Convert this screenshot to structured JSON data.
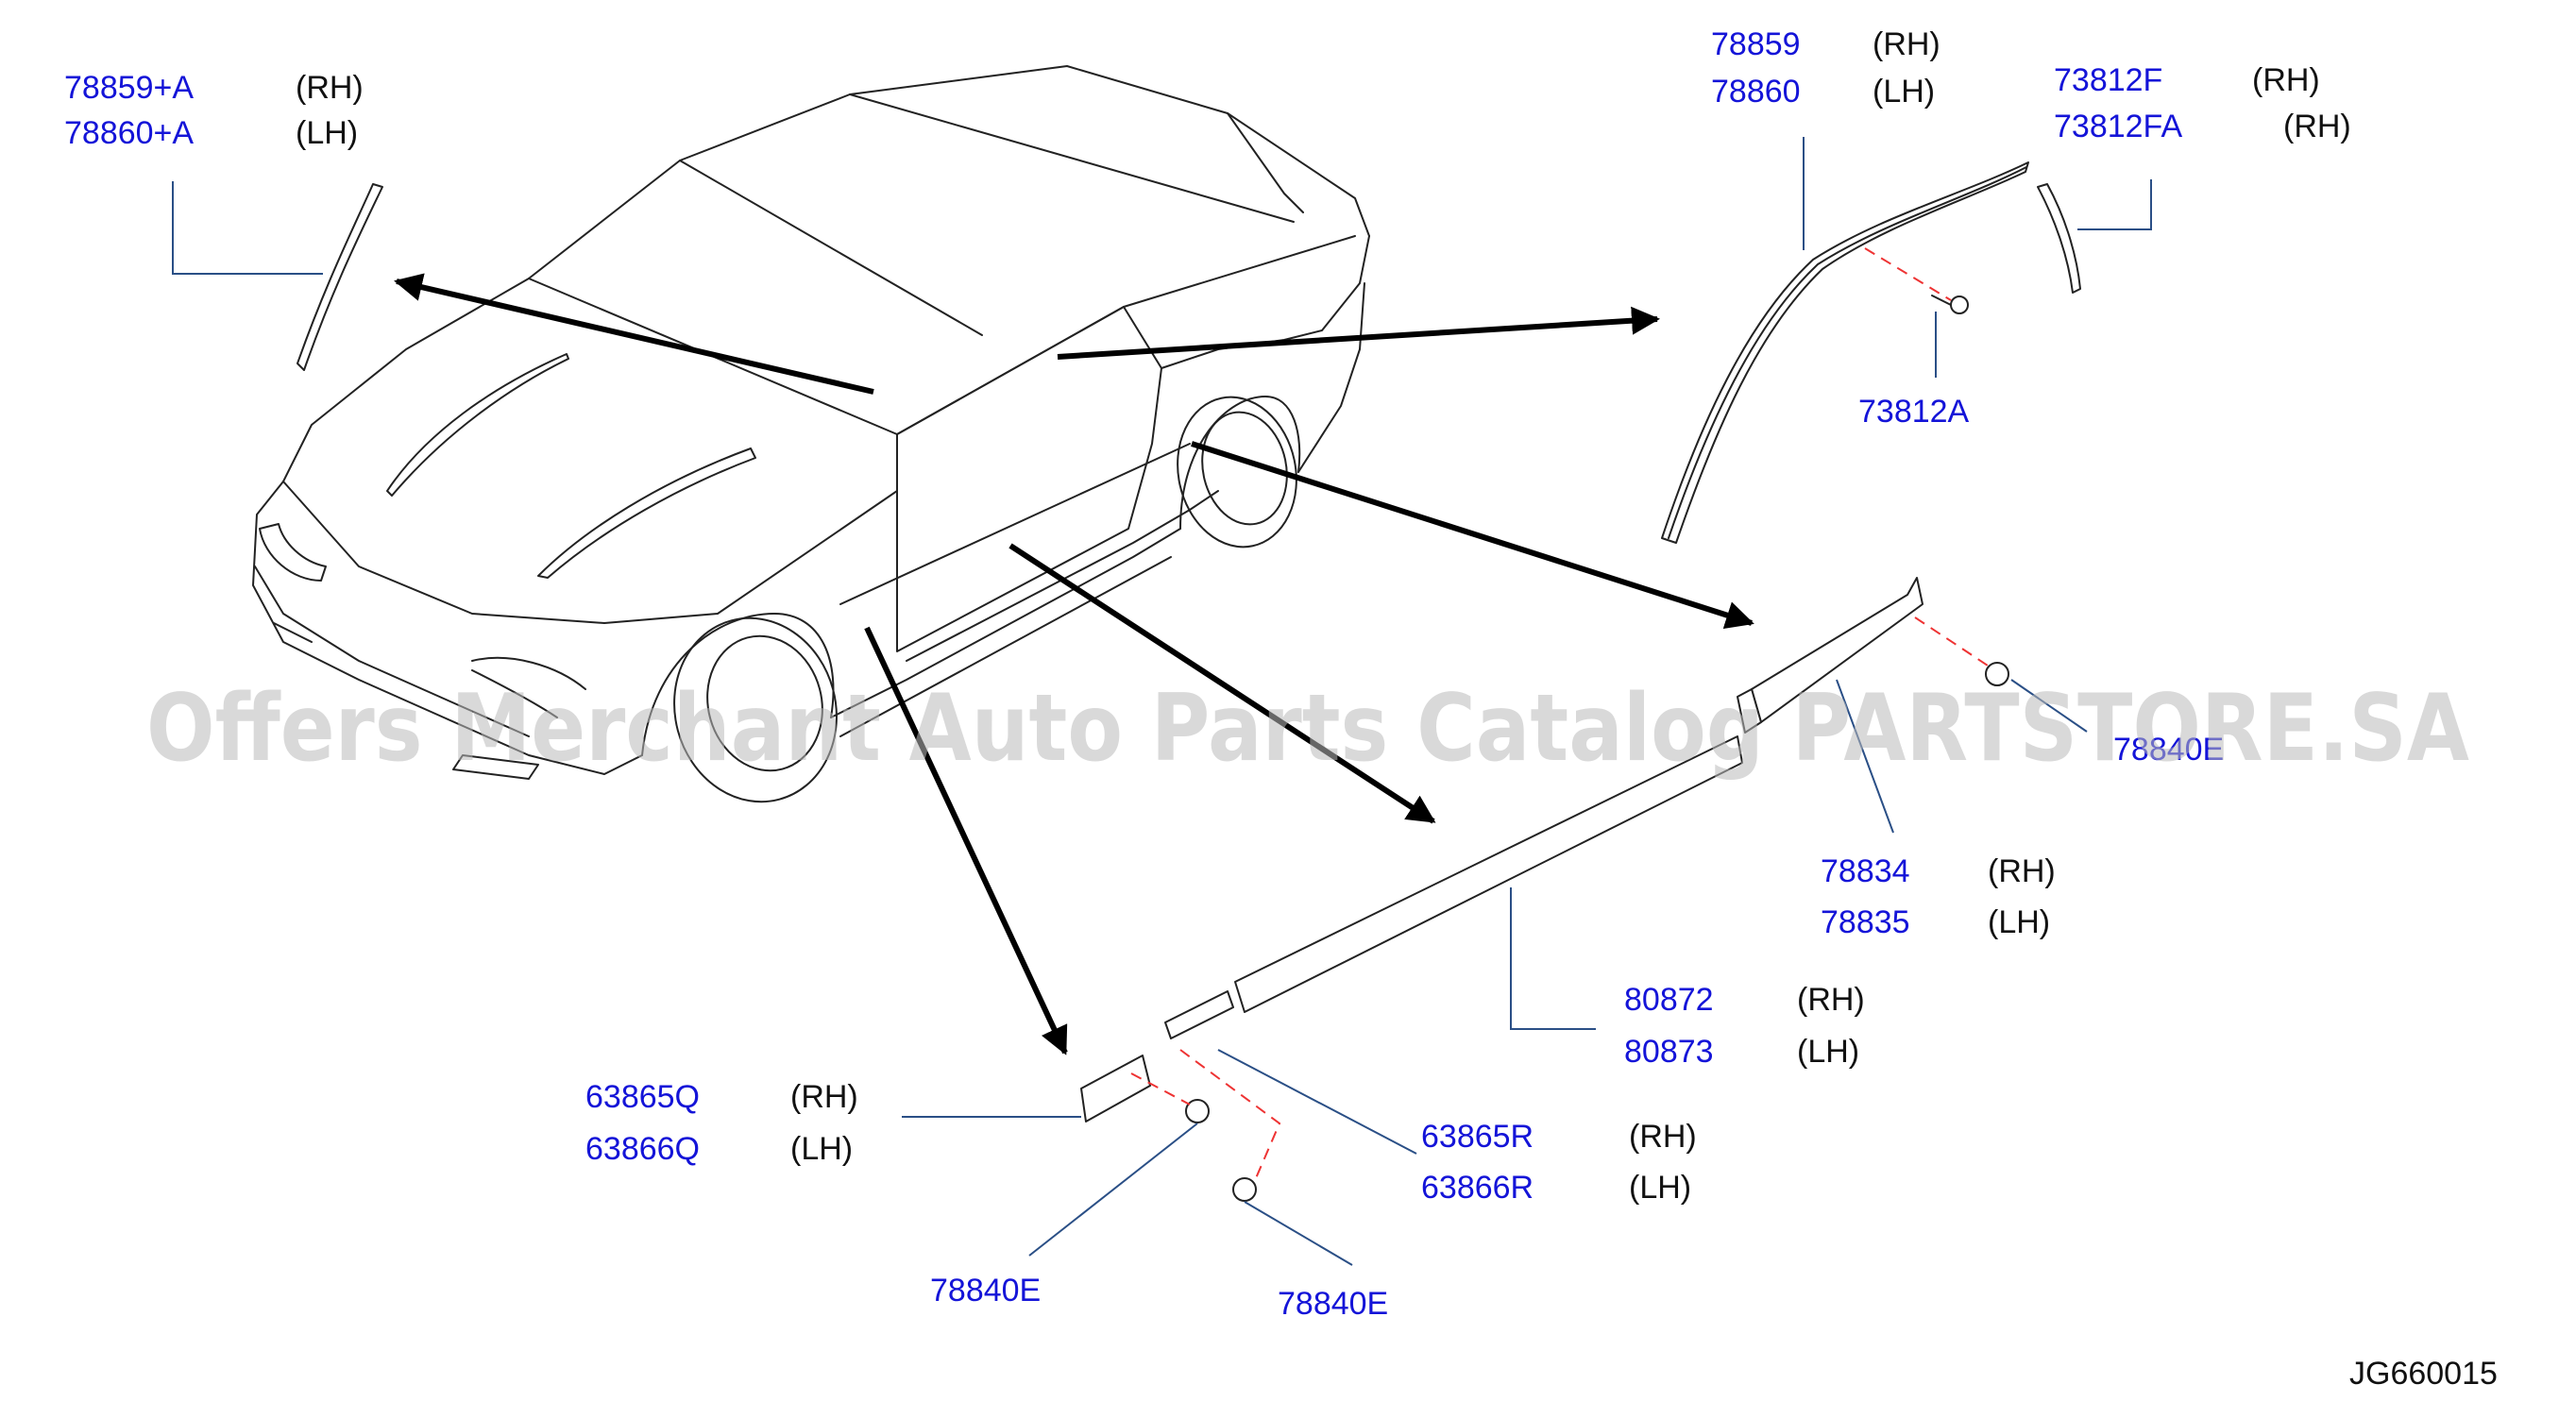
{
  "diagram": {
    "code": "JG660015",
    "watermark": "Offers Merchant Auto Parts Catalog PARTSTORE.SA",
    "colors": {
      "part_number": "#1414d8",
      "leader_line": "#2a4f86",
      "clip_dash": "#e33333",
      "watermark": "#b9b9b9"
    },
    "callouts": [
      {
        "id": "c1",
        "lines": [
          {
            "part": "78859+A",
            "side": "(RH)"
          },
          {
            "part": "78860+A",
            "side": "(LH)"
          }
        ]
      },
      {
        "id": "c2",
        "lines": [
          {
            "part": "78859",
            "side": "(RH)"
          },
          {
            "part": "78860",
            "side": "(LH)"
          }
        ]
      },
      {
        "id": "c3",
        "lines": [
          {
            "part": "73812F",
            "side": "(RH)"
          },
          {
            "part": "73812FA",
            "side": "(RH)"
          }
        ]
      },
      {
        "id": "c4",
        "lines": [
          {
            "part": "73812A",
            "side": ""
          }
        ]
      },
      {
        "id": "c5",
        "lines": [
          {
            "part": "78840E",
            "side": ""
          }
        ]
      },
      {
        "id": "c6",
        "lines": [
          {
            "part": "78834",
            "side": "(RH)"
          },
          {
            "part": "78835",
            "side": "(LH)"
          }
        ]
      },
      {
        "id": "c7",
        "lines": [
          {
            "part": "80872",
            "side": "(RH)"
          },
          {
            "part": "80873",
            "side": "(LH)"
          }
        ]
      },
      {
        "id": "c8",
        "lines": [
          {
            "part": "63865Q",
            "side": "(RH)"
          },
          {
            "part": "63866Q",
            "side": "(LH)"
          }
        ]
      },
      {
        "id": "c9",
        "lines": [
          {
            "part": "63865R",
            "side": "(RH)"
          },
          {
            "part": "63866R",
            "side": "(LH)"
          }
        ]
      },
      {
        "id": "c10",
        "lines": [
          {
            "part": "78840E",
            "side": ""
          }
        ]
      },
      {
        "id": "c11",
        "lines": [
          {
            "part": "78840E",
            "side": ""
          }
        ]
      }
    ]
  }
}
